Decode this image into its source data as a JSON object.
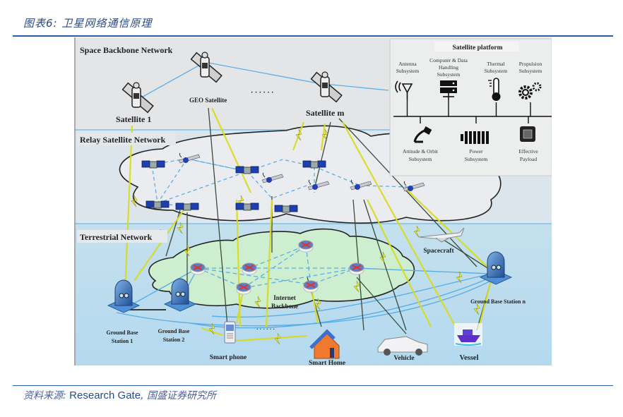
{
  "figure": {
    "title": "图表6:  卫星网络通信原理",
    "source_prefix": "资料来源:",
    "source_en": "Research Gate",
    "source_suffix": ", 国盛证券研究所"
  },
  "layers": {
    "space": "Space Backbone Network",
    "relay": "Relay Satellite Network",
    "terrestrial": "Terrestrial Network"
  },
  "space_nodes": {
    "sat1": "Satellite 1",
    "geo": "GEO Satellite",
    "satm": "Satellite m",
    "ellipsis": "· · ·   · · ·"
  },
  "platform": {
    "title": "Satellite platform",
    "top": [
      {
        "label1": "Antenna",
        "label2": "Subsystem",
        "label3": "",
        "icon": "antenna-icon"
      },
      {
        "label1": "Computer & Data",
        "label2": "Handling",
        "label3": "Subsystem",
        "icon": "server-icon"
      },
      {
        "label1": "Thermal",
        "label2": "Subsystem",
        "label3": "",
        "icon": "thermometer-icon"
      },
      {
        "label1": "Propulsion",
        "label2": "Subsystem",
        "label3": "",
        "icon": "gears-icon"
      }
    ],
    "bottom": [
      {
        "label1": "Attitude & Orbit",
        "label2": "Subsystem",
        "icon": "satellite-dish-icon"
      },
      {
        "label1": "Power",
        "label2": "Subsystem",
        "icon": "battery-icon"
      },
      {
        "label1": "Effective",
        "label2": "Payload",
        "icon": "chip-icon"
      }
    ]
  },
  "terrestrial_nodes": {
    "gbs1_a": "Ground Base",
    "gbs1_b": "Station 1",
    "gbs2_a": "Ground Base",
    "gbs2_b": "Station 2",
    "gbsn": "Ground Base Station n",
    "phone": "Smart phone",
    "home": "Smart Home",
    "vehicle": "Vehicle",
    "vessel": "Vessel",
    "spacecraft": "Spacecraft",
    "backbone_a": "Internet",
    "backbone_b": "Backbone",
    "ellipsis": "· · ·   · · ·"
  },
  "colors": {
    "space_bg": "#e4e6e8",
    "relay_bg": "#dde5ea",
    "terrestrial_bg": "#b9dcee",
    "link_blue": "#5aaee8",
    "wireless_yellow": "#e8ec2a",
    "cloud_green": "#cfeecf",
    "title_blue": "#2a4a8a"
  }
}
